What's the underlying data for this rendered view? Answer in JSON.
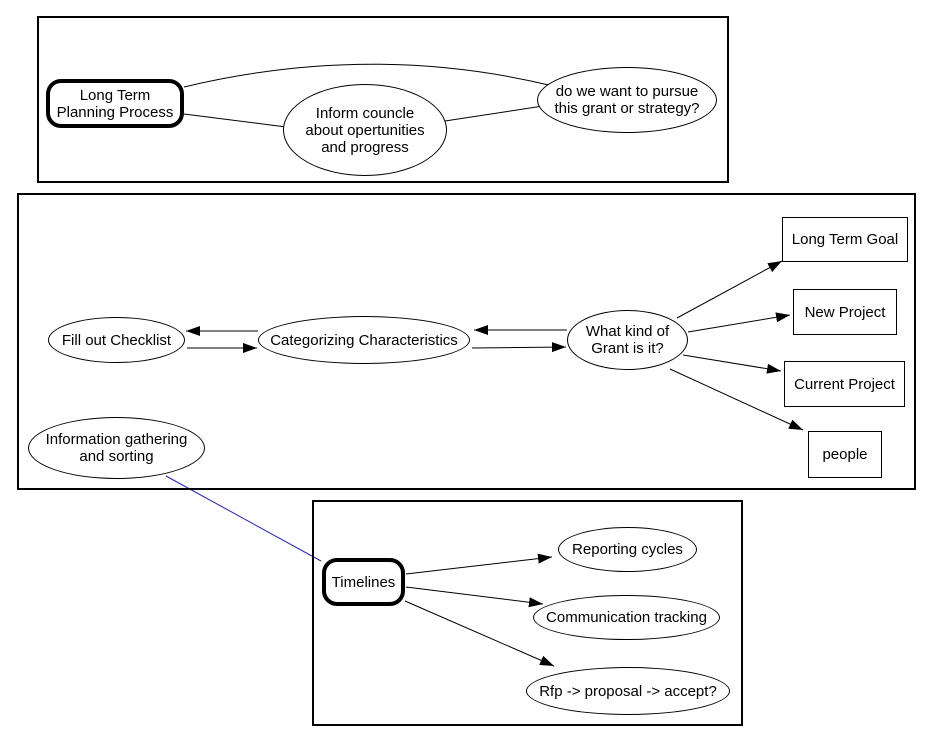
{
  "colors": {
    "node_stroke": "#000000",
    "edge_black": "#000000",
    "link_blue": "#2222cc",
    "canvas_bg": "#ffffff"
  },
  "nodes": {
    "planning": {
      "label": "Long Term\nPlanning Process"
    },
    "inform": {
      "label": "Inform councle\nabout opertunities\nand progress"
    },
    "pursue": {
      "label": "do we want to pursue\nthis grant or strategy?"
    },
    "checklist": {
      "label": "Fill out Checklist"
    },
    "categorizing": {
      "label": "Categorizing Characteristics"
    },
    "grant_kind": {
      "label": "What kind of\nGrant is it?"
    },
    "long_term_goal": {
      "label": "Long Term Goal"
    },
    "new_project": {
      "label": "New Project"
    },
    "current_project": {
      "label": "Current Project"
    },
    "people": {
      "label": "people"
    },
    "info_gathering": {
      "label": "Information gathering\nand sorting"
    },
    "timelines": {
      "label": "Timelines"
    },
    "reporting": {
      "label": "Reporting cycles"
    },
    "communication": {
      "label": "Communication tracking"
    },
    "rfp": {
      "label": "Rfp -> proposal -> accept?"
    }
  }
}
